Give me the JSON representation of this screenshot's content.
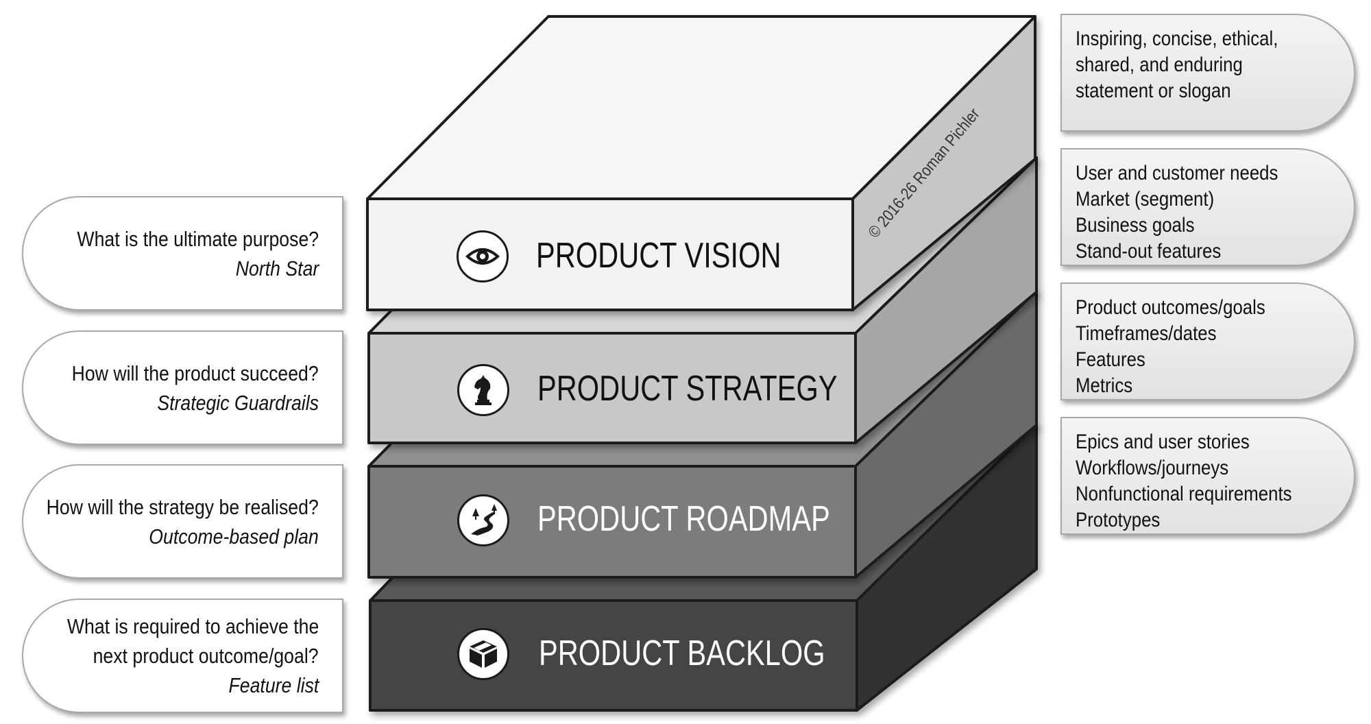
{
  "layers": [
    {
      "label": "PRODUCT VISION",
      "icon": "eye-icon",
      "front": "#f2f2f2",
      "top": "#f7f7f7",
      "side": "#c6c6c6"
    },
    {
      "label": "PRODUCT STRATEGY",
      "icon": "chess-knight-icon",
      "front": "#c8c8c8",
      "top": "#d6d6d6",
      "side": "#a6a6a6"
    },
    {
      "label": "PRODUCT ROADMAP",
      "icon": "winding-road-icon",
      "front": "#7b7b7b",
      "top": "#8f8f8f",
      "side": "#6a6a6a"
    },
    {
      "label": "PRODUCT BACKLOG",
      "icon": "package-box-icon",
      "front": "#444444",
      "top": "#585858",
      "side": "#333333"
    }
  ],
  "questions": [
    {
      "lines": [
        "What is the ultimate purpose?"
      ],
      "sub": "North Star"
    },
    {
      "lines": [
        "How will the product succeed?"
      ],
      "sub": "Strategic Guardrails"
    },
    {
      "lines": [
        "How will the strategy be realised?"
      ],
      "sub": "Outcome-based plan"
    },
    {
      "lines": [
        "What is required to achieve the",
        "next product outcome/goal?"
      ],
      "sub": "Feature list"
    }
  ],
  "descriptions": [
    {
      "lines": [
        "Inspiring, concise, ethical,",
        "shared, and enduring",
        "statement or slogan"
      ]
    },
    {
      "lines": [
        "User and customer needs",
        "Market (segment)",
        "Business goals",
        "Stand-out features"
      ]
    },
    {
      "lines": [
        "Product outcomes/goals",
        "Timeframes/dates",
        "Features",
        "Metrics"
      ]
    },
    {
      "lines": [
        "Epics and user stories",
        "Workflows/journeys",
        "Nonfunctional requirements",
        "Prototypes"
      ]
    }
  ],
  "copyright": "© 2016-26 Roman Pichler",
  "colors": {
    "outline": "#1a1a1a",
    "bubble_border": "#a8a8a8"
  }
}
